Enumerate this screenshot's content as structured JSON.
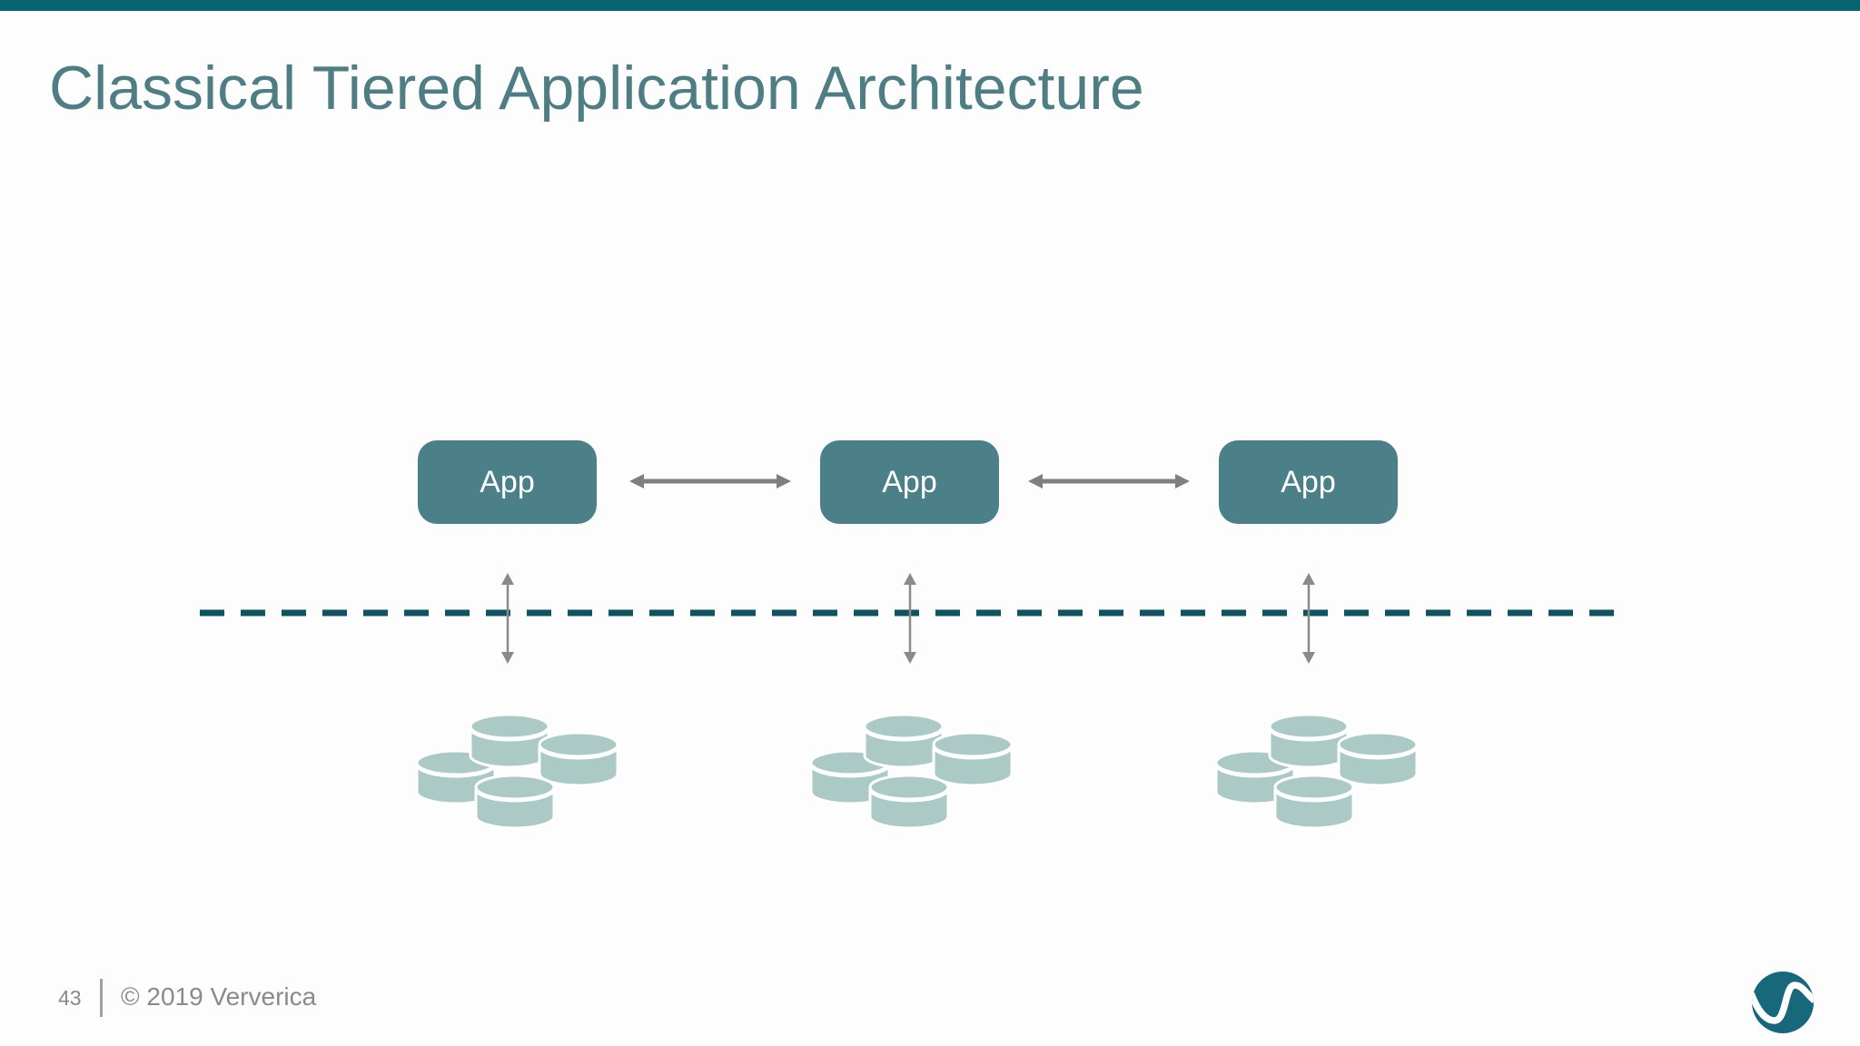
{
  "slide": {
    "title": "Classical Tiered Application Architecture",
    "page_number": "43",
    "copyright": "© 2019 Ververica"
  },
  "diagram": {
    "app_tier": {
      "nodes": [
        {
          "label": "App"
        },
        {
          "label": "App"
        },
        {
          "label": "App"
        }
      ]
    },
    "data_tier": {
      "database_cluster_count": 3,
      "cylinders_per_cluster": 4
    },
    "connections": {
      "app_to_app": "bidirectional horizontal arrows between adjacent App nodes",
      "app_to_database": "bidirectional vertical arrow from each App node to its database cluster",
      "tier_boundary": "horizontal dashed line separating app tier from data tier"
    }
  },
  "colors": {
    "top_bar": "#04646f",
    "title": "#4e7e84",
    "app_box": "#4c8089",
    "app_text": "#ffffff",
    "dashed_line": "#0f5260",
    "database": "#abc9c5",
    "arrow": "#7f7f7f",
    "footer_text": "#8a8a8a",
    "logo": "#17687a",
    "slide_bg": "#fdfdfd"
  }
}
